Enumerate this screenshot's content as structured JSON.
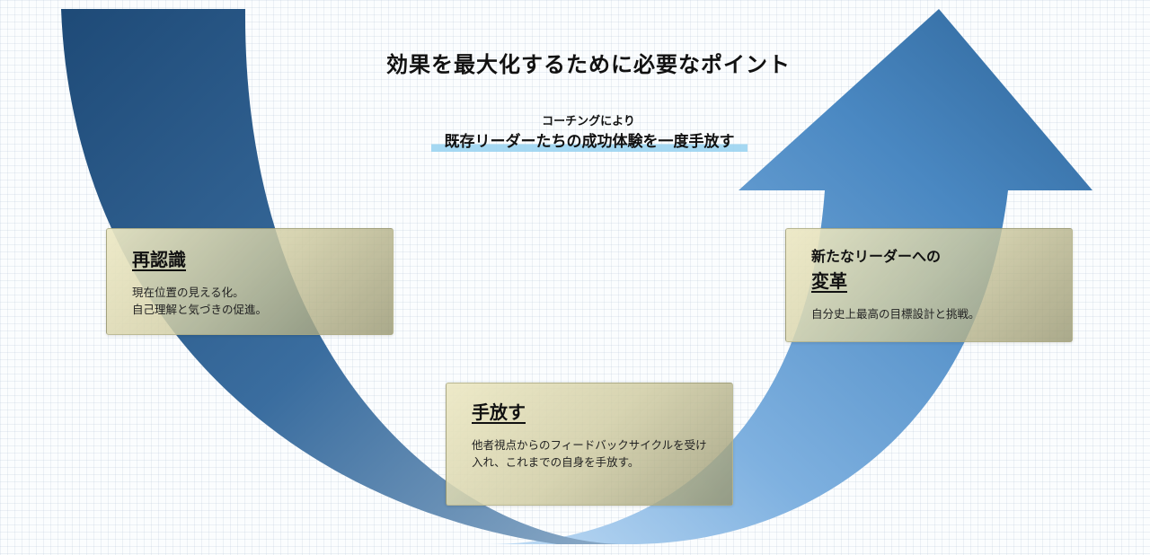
{
  "title": "効果を最大化するために必要なポイント",
  "subtitle": {
    "small": "コーチングにより",
    "main": "既存リーダーたちの成功体験を一度手放す"
  },
  "cards": [
    {
      "title": "再認識",
      "description": "現在位置の見える化。\n自己理解と気づきの促進。"
    },
    {
      "title": "手放す",
      "description": "他者視点からのフィードバックサイクルを受け入れ、これまでの自身を手放す。"
    },
    {
      "pre_title": "新たなリーダーへの",
      "title": "変革",
      "description": "自分史上最高の目標設計と挑戦。"
    }
  ],
  "colors": {
    "arrow_dark": "#1f4a76",
    "arrow_mid": "#3a76b0",
    "arrow_light": "#a9cdef",
    "highlight": "#96d2f0",
    "card": "#ddd9b3"
  }
}
